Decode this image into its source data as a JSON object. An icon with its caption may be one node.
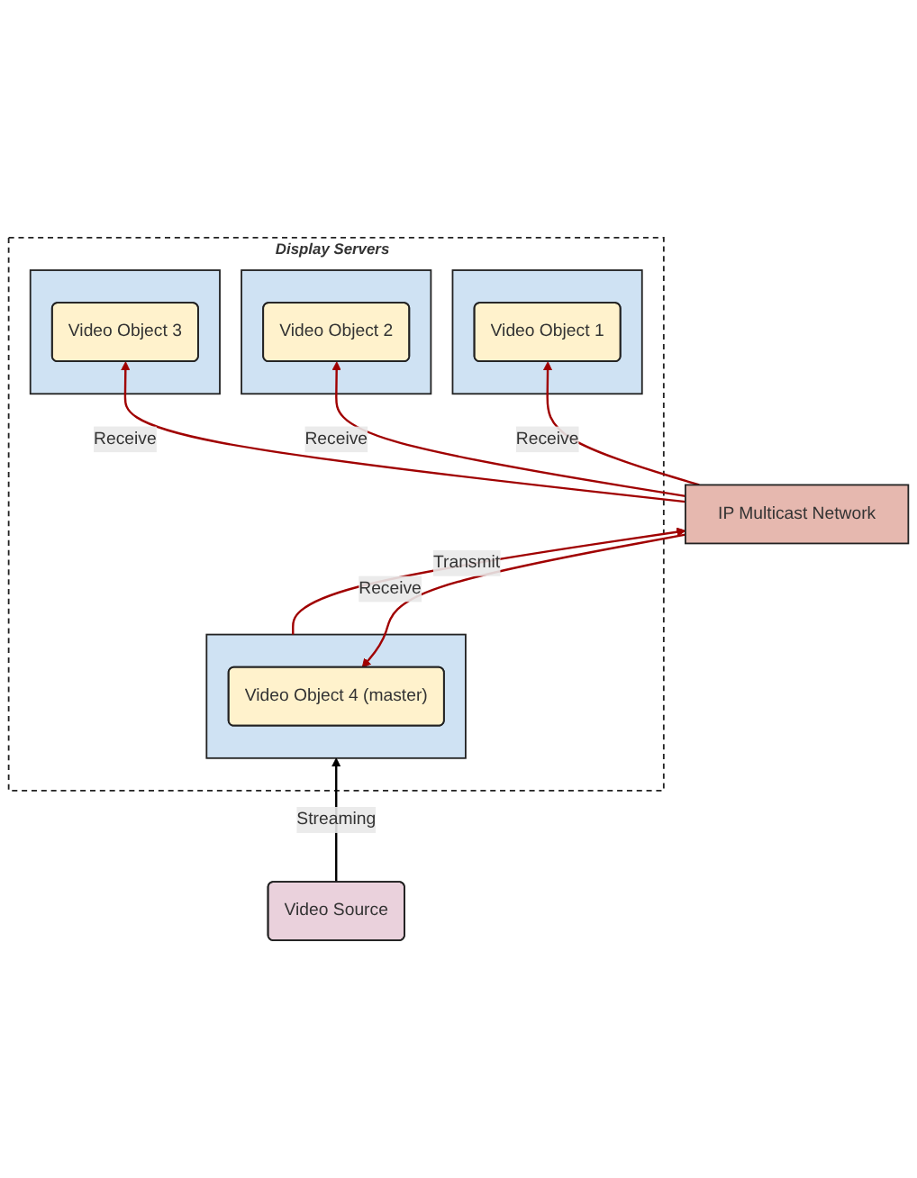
{
  "diagram": {
    "nodes": [
      {
        "text": [
          "Display Servers"
        ]
      },
      {
        "text": [],
        "shape": "box",
        "in": 0
      },
      {
        "text": [
          "Video Object 1"
        ],
        "in": 1
      },
      {
        "text": [],
        "shape": "box",
        "in": 0
      },
      {
        "text": [
          "Video Object 2"
        ],
        "in": 3
      },
      {
        "text": [],
        "shape": "box",
        "in": 0
      },
      {
        "text": [
          "Video Object 3"
        ],
        "in": 5
      },
      {
        "text": [],
        "shape": "box",
        "in": 0
      },
      {
        "text": [
          "Video Object 4 (master)"
        ],
        "in": 7
      },
      {
        "text": [
          "IP Multicast Network"
        ]
      },
      {
        "text": [
          "Video Source"
        ]
      }
    ],
    "edges": [
      {
        "from": 9,
        "to": 2,
        "arrow": "to",
        "label": "Receive"
      },
      {
        "from": 9,
        "to": 4,
        "arrow": "to",
        "label": "Receive"
      },
      {
        "from": 9,
        "to": 6,
        "arrow": "to",
        "label": "Receive"
      },
      {
        "from": 9,
        "to": 8,
        "arrow": "to",
        "label": "Receive"
      },
      {
        "from": 7,
        "to": 9,
        "arrow": "to",
        "label": "Transmit"
      },
      {
        "from": 10,
        "to": 7,
        "arrow": "to",
        "label": "Streaming",
        "color": "#000000"
      }
    ]
  }
}
